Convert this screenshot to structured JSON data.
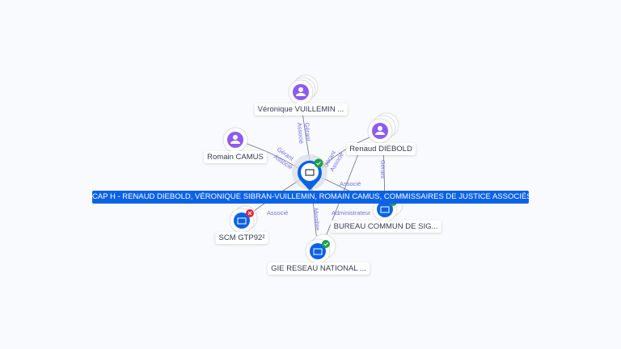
{
  "main_entity": {
    "label": "CAP H - RENAUD DIEBOLD, VÉRONIQUE SIBRAN-VUILLEMIN, ROMAIN CAMUS, COMMISSAIRES DE JUSTICE ASSOCIÉS",
    "badge": "active"
  },
  "nodes": [
    {
      "label": "Véronique VUILLEMIN ...",
      "type": "person"
    },
    {
      "label": "Romain CAMUS",
      "type": "person"
    },
    {
      "label": "Renaud DIEBOLD",
      "type": "person"
    },
    {
      "label": "SCM GTP92²",
      "type": "company",
      "status": "closed"
    },
    {
      "label": "GIE RESEAU NATIONAL ...",
      "type": "company",
      "status": "active"
    },
    {
      "label": "BUREAU COMMUN DE SIG...",
      "type": "company",
      "status": "active"
    }
  ],
  "edge_labels": {
    "gerant_associe": "Gérant Associé",
    "gerant": "Gérant",
    "administrateur": "Administrateur",
    "associe": "Associé",
    "membre": "Membre"
  },
  "colors": {
    "accent": "#0a62e6",
    "person": "#8c5cf0",
    "active": "#1e9e4e",
    "closed": "#e0253a"
  }
}
